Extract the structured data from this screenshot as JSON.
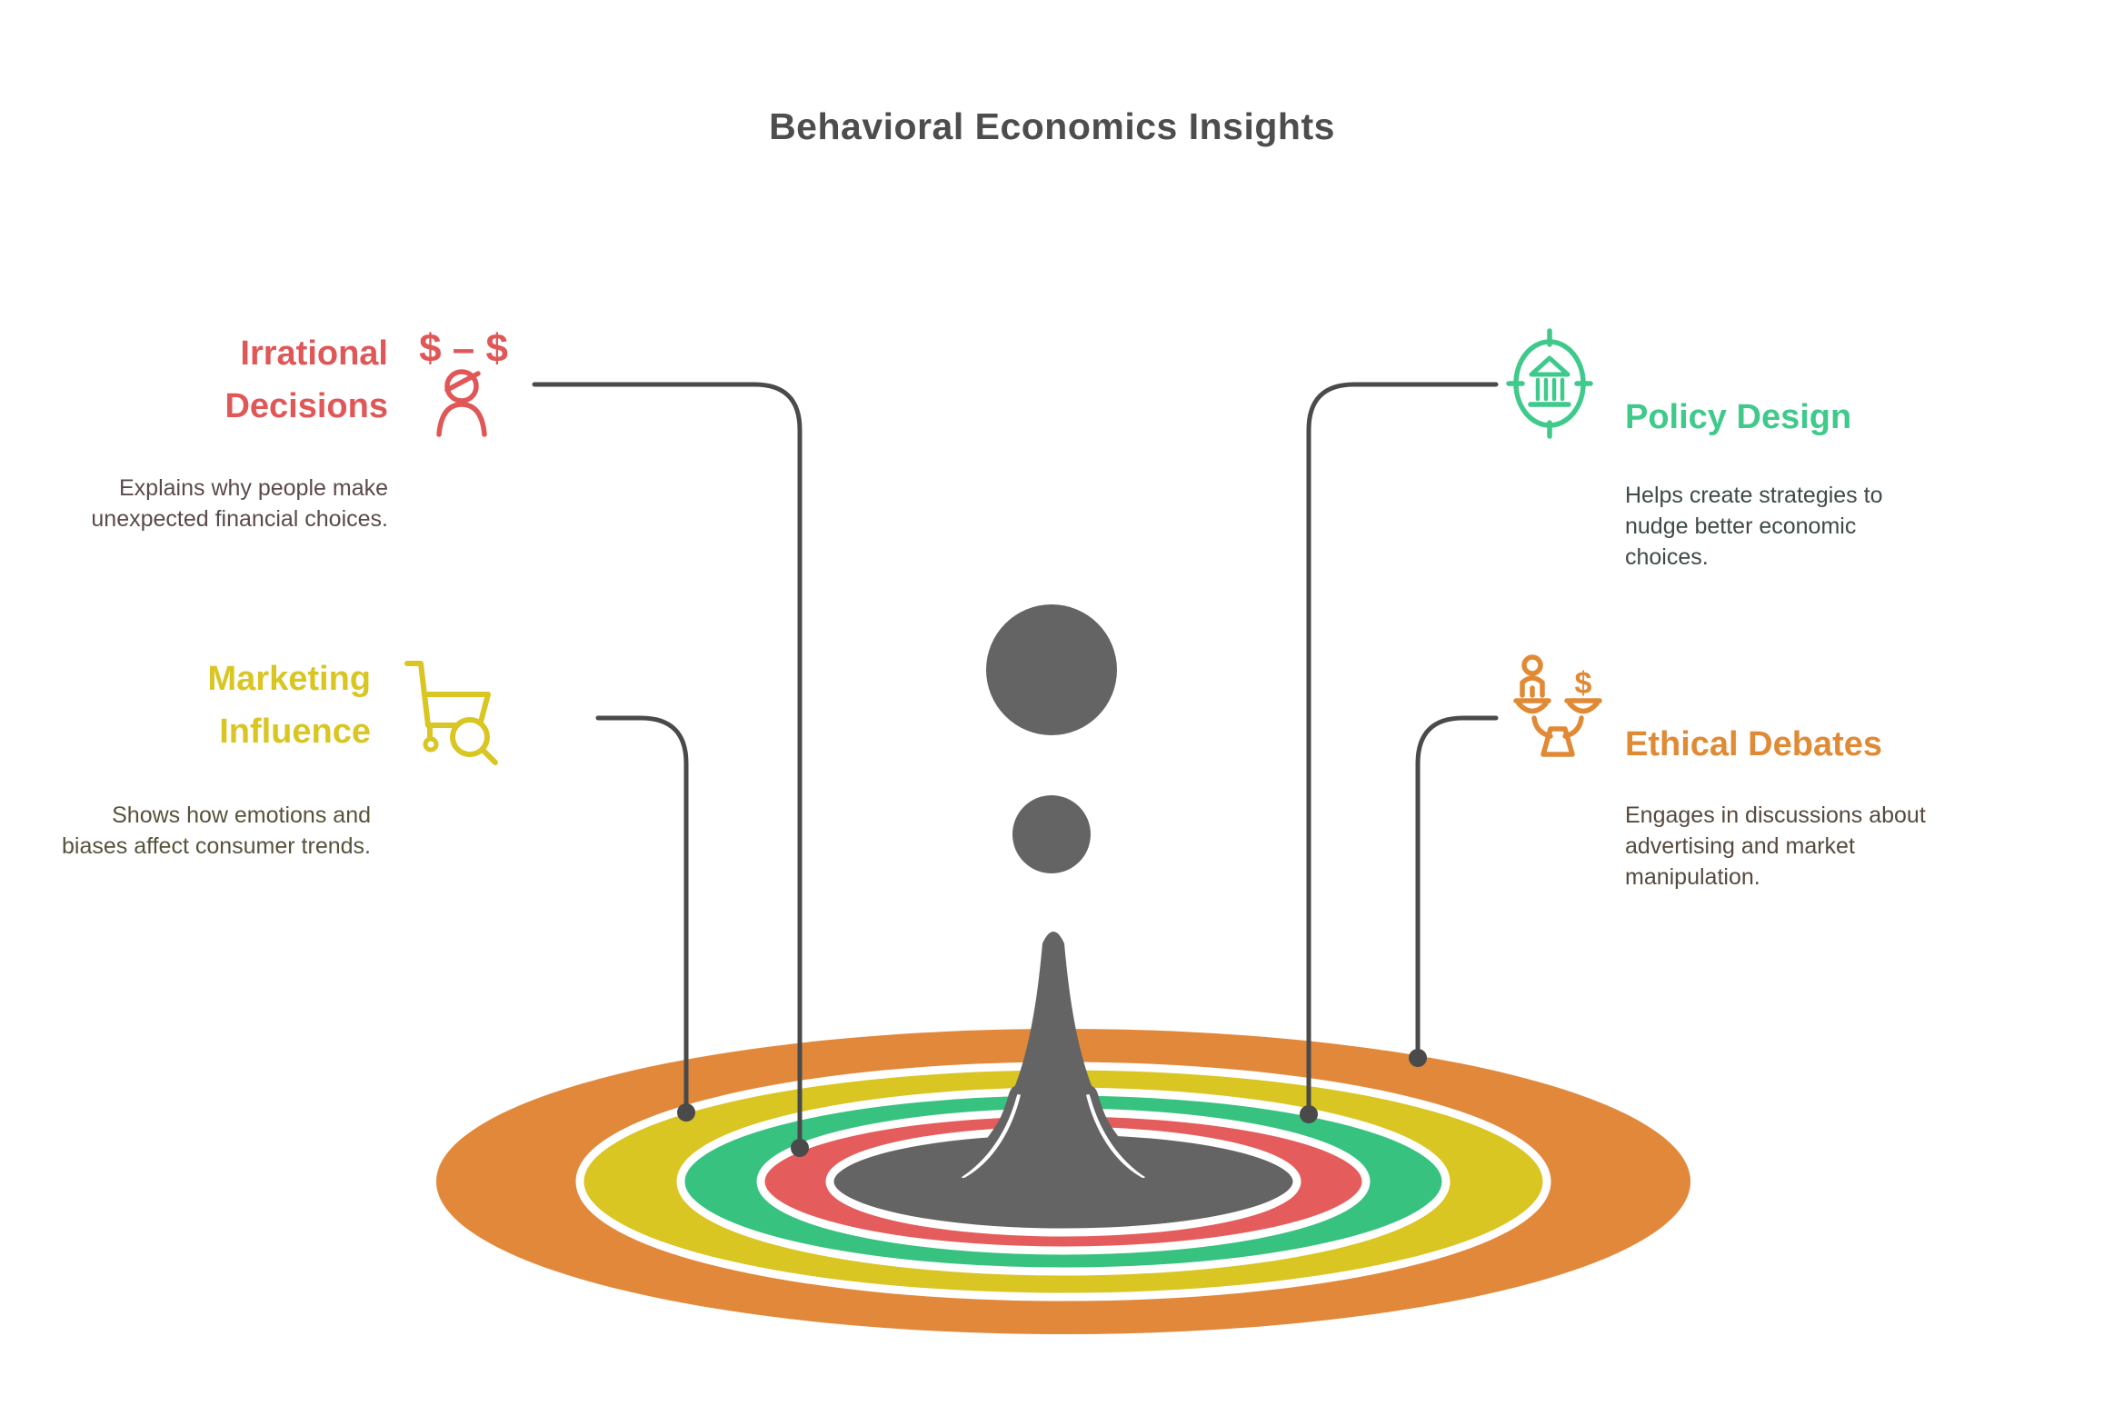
{
  "background_color": "#ffffff",
  "title": {
    "text": "Behavioral Economics Insights",
    "color": "#4d4d4d"
  },
  "sections": {
    "irrational": {
      "title": "Irrational Decisions",
      "description": "Explains why people make unexpected financial choices.",
      "accent_color": "#e05757",
      "description_color": "#5b4a4b",
      "icon": "dollar-person-icon",
      "icon_text": "$ – $"
    },
    "marketing": {
      "title": "Marketing Influence",
      "description": "Shows how emotions and biases affect consumer trends.",
      "accent_color": "#d9c623",
      "description_color": "#57533c",
      "icon": "cart-magnifier-icon"
    },
    "policy": {
      "title": "Policy Design",
      "description": "Helps create strategies to nudge better economic choices.",
      "accent_color": "#3fca8c",
      "description_color": "#3e4b45",
      "icon": "bank-target-icon"
    },
    "ethical": {
      "title": "Ethical Debates",
      "description": "Engages in discussions about advertising and market manipulation.",
      "accent_color": "#e08a35",
      "description_color": "#564a3e",
      "icon": "balance-scale-icon",
      "icon_text": "$"
    }
  },
  "ripples": {
    "orange": "#e2883b",
    "yellow": "#d9c623",
    "green": "#38c27f",
    "red": "#e45c5c",
    "pool": "#646464"
  },
  "splash": {
    "color": "#646464"
  },
  "connector": {
    "color": "#4a4a4a"
  }
}
